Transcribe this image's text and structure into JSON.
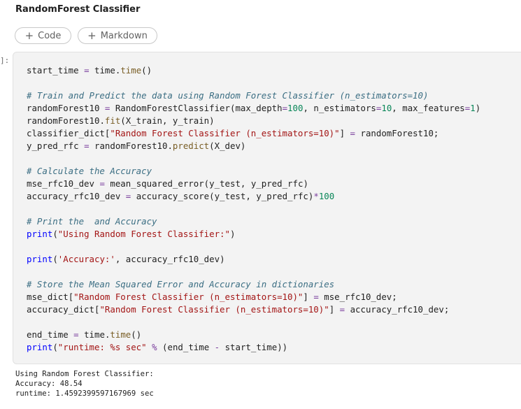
{
  "heading": "RandomForest Classifier",
  "toolbar": {
    "add_code_plus": "+",
    "add_code_label": "Code",
    "add_markdown_plus": "+",
    "add_markdown_label": "Markdown"
  },
  "cell": {
    "exec_count": "]:",
    "code_lines": [
      "start_time = time.time()",
      "",
      "# Train and Predict the data using Random Forest Classifier (n_estimators=10)",
      "randomForest10 = RandomForestClassifier(max_depth=100, n_estimators=10, max_features=1)",
      "randomForest10.fit(X_train, y_train)",
      "classifier_dict[\"Random Forest Classifier (n_estimators=10)\"] = randomForest10;",
      "y_pred_rfc = randomForest10.predict(X_dev)",
      "",
      "# Calculate the Accuracy",
      "mse_rfc10_dev = mean_squared_error(y_test, y_pred_rfc)",
      "accuracy_rfc10_dev = accuracy_score(y_test, y_pred_rfc)*100",
      "",
      "# Print the  and Accuracy",
      "print(\"Using Random Forest Classifier:\")",
      "",
      "print('Accuracy:', accuracy_rfc10_dev)",
      "",
      "# Store the Mean Squared Error and Accuracy in dictionaries",
      "mse_dict[\"Random Forest Classifier (n_estimators=10)\"] = mse_rfc10_dev;",
      "accuracy_dict[\"Random Forest Classifier (n_estimators=10)\"] = accuracy_rfc10_dev;",
      "",
      "end_time = time.time()",
      "print(\"runtime: %s sec\" % (end_time - start_time))"
    ]
  },
  "output": {
    "lines": [
      "Using Random Forest Classifier:",
      "Accuracy: 48.54",
      "runtime: 1.4592399597167969 sec"
    ]
  },
  "colors": {
    "comment": "#3b6e83",
    "number": "#098658",
    "string": "#a31515",
    "function": "#795e26",
    "builtin": "#0000ff",
    "operator": "#7a3e9d"
  }
}
